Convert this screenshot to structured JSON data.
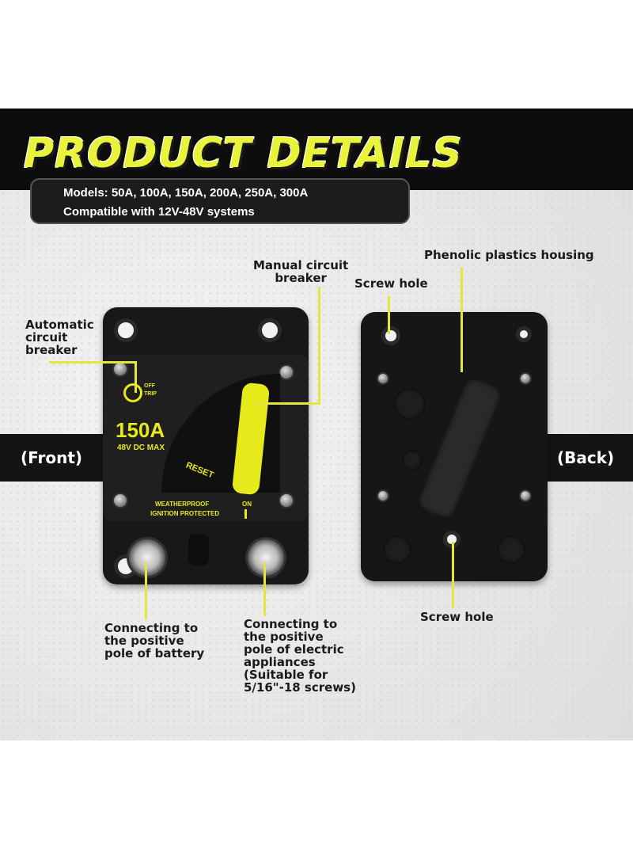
{
  "title": "PRODUCT DETAILS",
  "models_line": "Models: 50A, 100A, 150A, 200A, 250A, 300A",
  "compat_line": "Compatible with 12V-48V systems",
  "front_label": "(Front)",
  "back_label": "(Back)",
  "callouts": {
    "manual_breaker": [
      "Manual circuit",
      "breaker"
    ],
    "auto_breaker": [
      "Automatic",
      "circuit",
      "breaker"
    ],
    "phenolic": "Phenolic plastics housing",
    "screw_hole_top": "Screw hole",
    "screw_hole_bottom": "Screw hole",
    "battery": [
      "Connecting to",
      "the positive",
      "pole of battery"
    ],
    "appliances": [
      "Connecting to",
      "the positive",
      "pole of electric",
      "appliances",
      "(Suitable for",
      "5/16\"-18 screws)"
    ]
  },
  "device": {
    "rating": "150A",
    "voltage": "48V DC MAX",
    "off_trip": [
      "OFF",
      "TRIP"
    ],
    "reset": "RESET",
    "on": "ON",
    "weatherproof": [
      "WEATHERPROOF",
      "IGNITION PROTECTED"
    ]
  },
  "colors": {
    "accent": "#e7ea1a",
    "dark": "#141414",
    "leader": "#e2e83a"
  }
}
